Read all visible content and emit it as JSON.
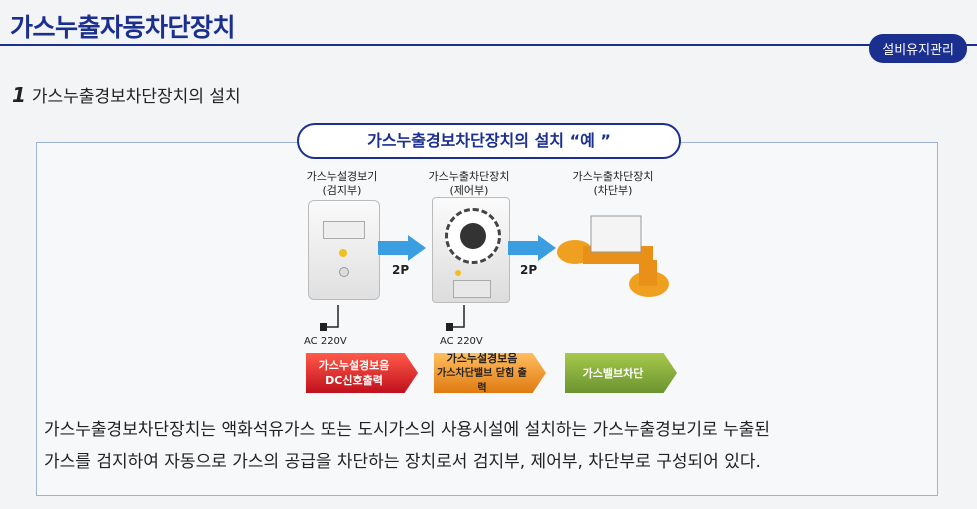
{
  "header": {
    "title": "가스누출자동차단장치",
    "badge": "설비유지관리"
  },
  "section": {
    "number": "1",
    "heading": "가스누출경보차단장치의 설치"
  },
  "diagram": {
    "pill_title": "가스누출경보차단장치의 설치 “예 ”",
    "device1": {
      "name": "가스누설경보기",
      "sub": "(검지부)"
    },
    "device2": {
      "name": "가스누출차단장치",
      "sub": "(제어부)"
    },
    "device3": {
      "name": "가스누출차단장치",
      "sub": "(차단부)"
    },
    "arrow1": "2P",
    "arrow2": "2P",
    "power1": "AC 220V",
    "power2": "AC 220V",
    "ribbon1": [
      "가스누설경보음",
      "DC신호출력"
    ],
    "ribbon2": [
      "가스누설경보음",
      "가스차단밸브 닫힘 출력"
    ],
    "ribbon3": "가스밸브차단"
  },
  "description": {
    "line1": "가스누출경보차단장치는 액화석유가스 또는 도시가스의 사용시설에 설치하는 가스누출경보기로 누출된",
    "line2": "가스를 검지하여 자동으로 가스의 공급을 차단하는 장치로서 검지부, 제어부, 차단부로 구성되어 있다."
  }
}
